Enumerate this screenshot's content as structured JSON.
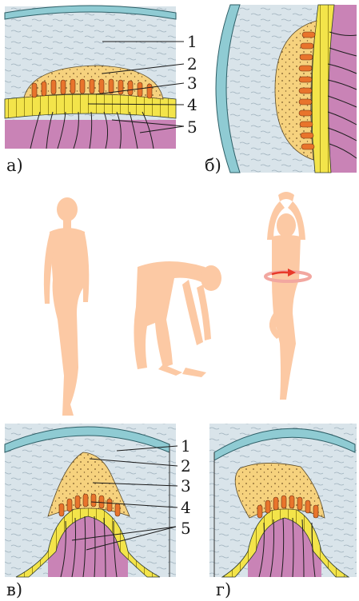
{
  "panels": [
    {
      "letter": "а)"
    },
    {
      "letter": "б)"
    },
    {
      "letter": "в)"
    },
    {
      "letter": "г)"
    }
  ],
  "labels_top": [
    "1",
    "2",
    "3",
    "4",
    "5"
  ],
  "labels_bottom": [
    "1",
    "2",
    "3",
    "4",
    "5"
  ],
  "colors": {
    "canal_wall": "#8fcbd3",
    "endolymph": "#d9e4ea",
    "cupula": "#f6d27e",
    "hair_cell": "#e8742c",
    "epithelium": "#f3e44a",
    "tissue": "#c983b6",
    "silhouette": "#fcc9a4",
    "rotation_arrow": "#e8392a"
  },
  "icons": [
    "standing-figure",
    "bending-figure",
    "spinning-figure",
    "rotation-arrow-icon"
  ]
}
